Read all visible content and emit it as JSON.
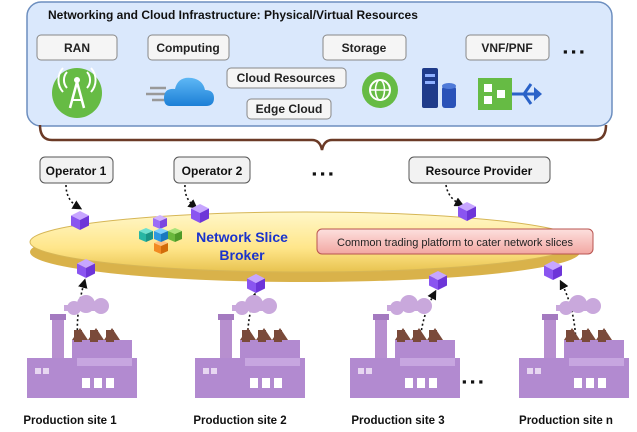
{
  "infrastructure": {
    "title": "Networking and Cloud Infrastructure: Physical/Virtual Resources",
    "resources": {
      "ran": "RAN",
      "computing": "Computing",
      "storage": "Storage",
      "vnf_pnf": "VNF/PNF",
      "cloud_resources": "Cloud Resources",
      "edge_cloud": "Edge Cloud"
    },
    "more_dots": "▪ ▪ ▪",
    "icons": [
      "radio-tower-icon",
      "cloud-icon",
      "globe-network-icon",
      "server-database-icon",
      "vnf-network-icon"
    ]
  },
  "providers": {
    "operator_1": "Operator 1",
    "operator_2": "Operator 2",
    "resource_provider": "Resource Provider",
    "more_dots": "▪ ▪ ▪"
  },
  "broker": {
    "title_line1": "Network Slice",
    "title_line2": "Broker",
    "platform_label": "Common trading platform to cater network slices"
  },
  "sites": {
    "labels": [
      "Production site 1",
      "Production site 2",
      "Production site 3",
      "Production site n"
    ],
    "more_dots": "▪ ▪ ▪"
  },
  "colors": {
    "panel_fill": "#dae8fc",
    "panel_border": "#6c8ebf",
    "ellipse_fill": "#fff2b3",
    "ellipse_edge": "#d6b656",
    "cube_purple": "#9966ff",
    "platform_fill": "#f8cecc",
    "platform_border": "#b85450",
    "broker_text": "#1a33cc",
    "factory": "#a680b8",
    "factory_roof": "#7a4a3a",
    "green_icon": "#60b040"
  }
}
